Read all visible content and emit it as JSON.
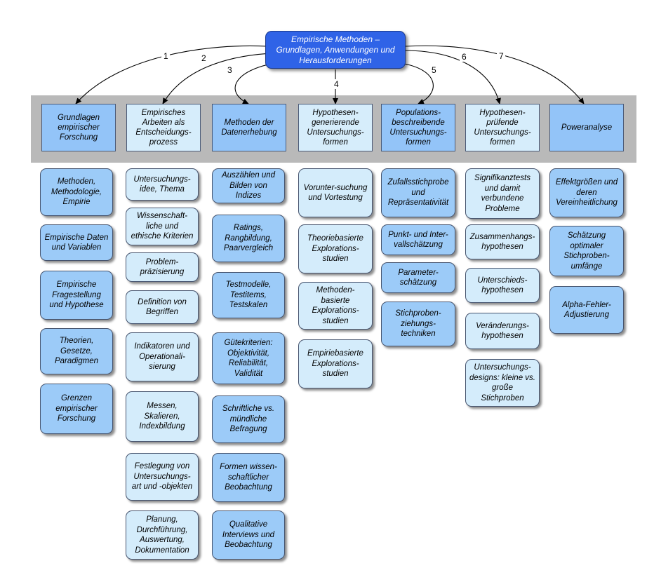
{
  "root": {
    "text": "Empirische Methoden – Grundlagen, Anwendungen und Herausforderungen"
  },
  "arrow_labels": [
    "1",
    "2",
    "3",
    "4",
    "5",
    "6",
    "7"
  ],
  "colors": {
    "root": "#2f63e7",
    "dark_box": "#9ccbf8",
    "light_box": "#d4ecfb",
    "band": "#b9b9b9"
  },
  "columns": [
    {
      "title": "Grundlagen empirischer Forschung",
      "items": [
        "Methoden, Methodologie, Empirie",
        "Empirische Daten und Variablen",
        "Empirische Fragestellung und Hypothese",
        "Theorien, Gesetze, Paradigmen",
        "Grenzen empirischer Forschung"
      ]
    },
    {
      "title": "Empirisches Arbeiten als Entscheidungs-prozess",
      "items": [
        "Untersuchungs-idee, Thema",
        "Wissenschaft-liche und ethische Kriterien",
        "Problem-präzisierung",
        "Definition von Begriffen",
        "Indikatoren und Operationali-sierung",
        "Messen, Skalieren, Indexbildung",
        "Festlegung von Untersuchungs-art und -objekten",
        "Planung, Durchführung, Auswertung, Dokumentation"
      ]
    },
    {
      "title": "Methoden der Datenerhebung",
      "items": [
        "Auszählen und Bilden von Indizes",
        "Ratings, Rangbildung, Paarvergleich",
        "Testmodelle, Testitems, Testskalen",
        "Gütekriterien: Objektivität, Reliabilität, Validität",
        "Schriftliche vs. mündliche Befragung",
        "Formen wissen-schaftlicher Beobachtung",
        "Qualitative Interviews und Beobachtung"
      ]
    },
    {
      "title": "Hypothesen-generierende Untersuchungs-formen",
      "items": [
        "Vorunter-suchung und Vortestung",
        "Theoriebasierte Explorations-studien",
        "Methoden-basierte Explorations-studien",
        "Empiriebasierte Explorations-studien"
      ]
    },
    {
      "title": "Populations-beschreibende Untersuchungs-formen",
      "items": [
        "Zufallsstichprobe und Repräsentativität",
        "Punkt- und Inter-vallschätzung",
        "Parameter-schätzung",
        "Stichproben-ziehungs-techniken"
      ]
    },
    {
      "title": "Hypothesen-prüfende Untersuchungs-formen",
      "items": [
        "Signifikanztests und damit verbundene Probleme",
        "Zusammenhangs-hypothesen",
        "Unterschieds-hypothesen",
        "Veränderungs-hypothesen",
        "Untersuchungs-designs: kleine vs. große Stichproben"
      ]
    },
    {
      "title": "Poweranalyse",
      "items": [
        "Effektgrößen und deren Vereinheitlichung",
        "Schätzung optimaler Stichproben-umfänge",
        "Alpha-Fehler-Adjustierung"
      ]
    }
  ]
}
